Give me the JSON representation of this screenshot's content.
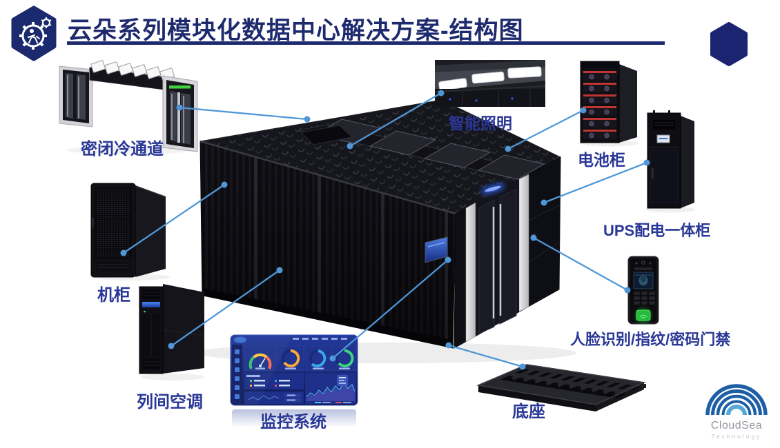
{
  "header": {
    "title": "云朵系列模块化数据中心解决方案-结构图"
  },
  "components": {
    "cold_aisle": {
      "label": "密闭冷通道"
    },
    "lighting": {
      "label": "智能照明"
    },
    "battery": {
      "label": "电池柜"
    },
    "ups": {
      "label": "UPS配电一体柜"
    },
    "rack": {
      "label": "机柜"
    },
    "row_ac": {
      "label": "列间空调"
    },
    "monitoring": {
      "label": "监控系统"
    },
    "base": {
      "label": "底座"
    },
    "access": {
      "label": "人脸识别/指纹/密码门禁"
    }
  },
  "branding": {
    "name": "CloudSea",
    "sub": "Technology"
  },
  "colors": {
    "title_navy": "#1e2a6e",
    "label_blue": "#293796",
    "connector_blue": "#4f97d8",
    "hexagon_navy": "#1a2470",
    "logo_arc_blue": "#1d5fa6",
    "logo_arc_light": "#55a8d8"
  }
}
